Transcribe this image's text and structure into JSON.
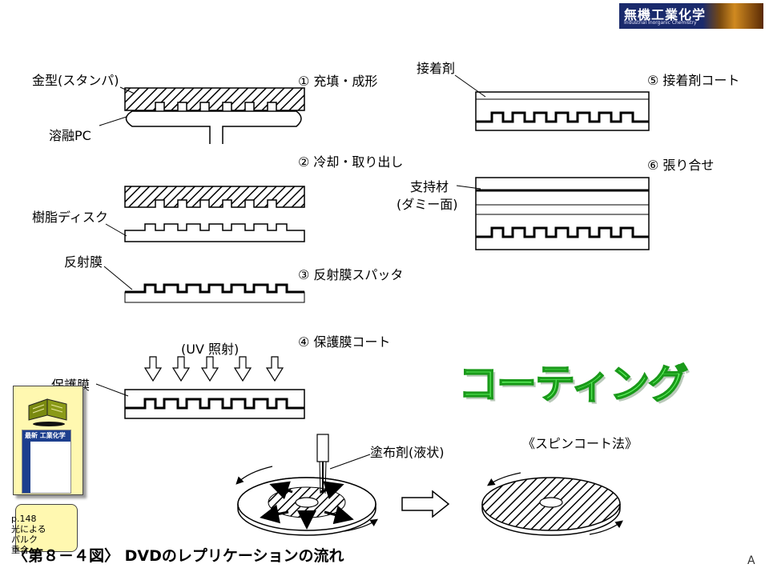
{
  "logo": {
    "main": "無機工業化学",
    "sub": "Industrial Inorganic Chemistry"
  },
  "labels": {
    "mold": "金型(スタンパ)",
    "molten_pc": "溶融PC",
    "resin_disk": "樹脂ディスク",
    "reflective_film": "反射膜",
    "protective_film": "保護膜",
    "uv": "(UV 照射)",
    "adhesive": "接着剤",
    "support": "支持材",
    "dummy": "(ダミー面)",
    "coating_agent": "塗布剤(液状)",
    "spin_method": "《スピンコート法》"
  },
  "steps": [
    "① 充填・成形",
    "② 冷却・取り出し",
    "③ 反射膜スパッタ",
    "④ 保護膜コート",
    "⑤ 接着剤コート",
    "⑥ 張り合せ"
  ],
  "highlight": "コーティング",
  "caption": "〈第８－４図〉 DVDのレプリケーションの流れ",
  "note": "p.148\n光による\nパルク\n重合",
  "page_letter": "A",
  "book_title": "最新 工業化学"
}
